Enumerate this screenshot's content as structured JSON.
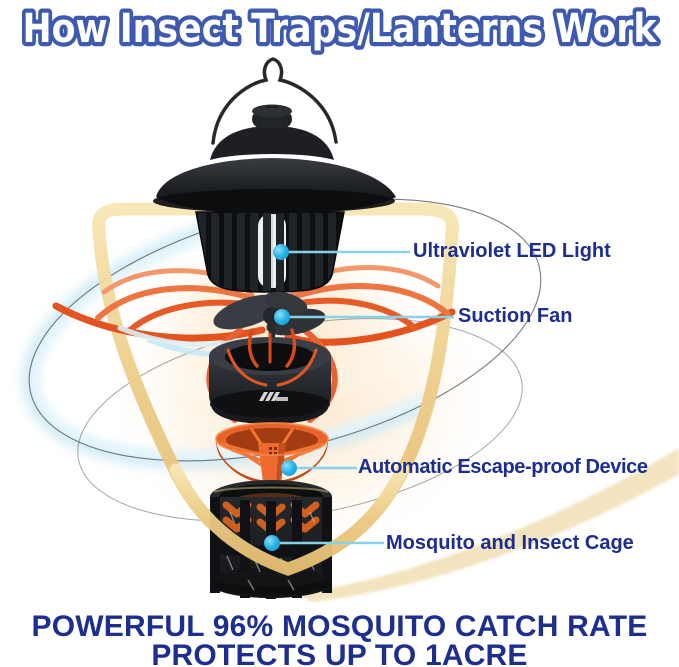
{
  "title": "How Insect Traps/Lanterns Work",
  "callouts": [
    {
      "id": "uv-led",
      "text": "Ultraviolet LED Light"
    },
    {
      "id": "suction-fan",
      "text": "Suction Fan"
    },
    {
      "id": "escape-device",
      "text": "Automatic Escape-proof Device"
    },
    {
      "id": "insect-cage",
      "text": "Mosquito and Insect Cage"
    }
  ],
  "footer": {
    "line1": "POWERFUL 96% MOSQUITO CATCH RATE",
    "line2": "PROTECTS UP TO 1ACRE"
  },
  "colors": {
    "title_fill": "#ffffff",
    "title_outline": "#3d5ab0",
    "label_text": "#1c2e8f",
    "leader_line": "#86d2e8",
    "callout_dot": "#29b2e6",
    "shield_gold": "#ecc983",
    "airflow_orange": "#e2531f",
    "airflow_blue": "#cdeaf5",
    "device_orange": "#e8622a",
    "lantern_black": "#1b1d20",
    "uv_tube_white": "#ececea"
  }
}
